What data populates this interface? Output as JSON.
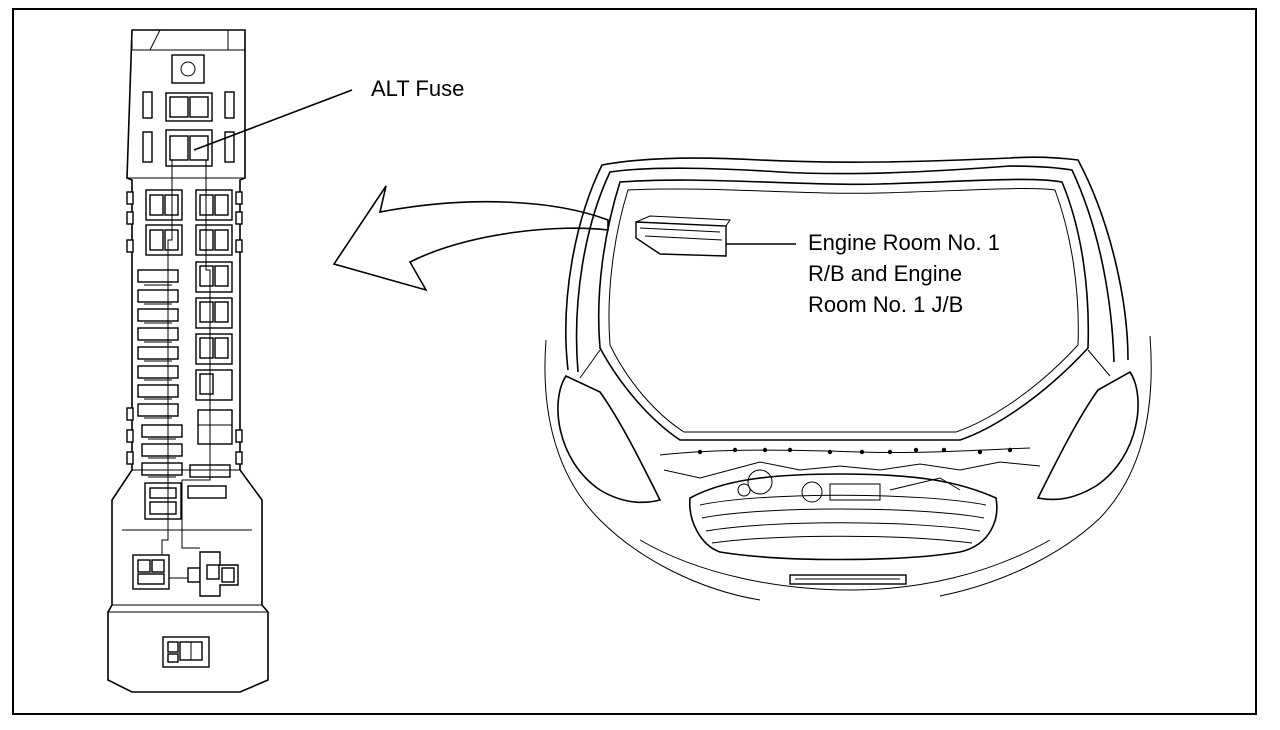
{
  "labels": {
    "alt_fuse": "ALT Fuse",
    "engine_room_line1": "Engine Room No. 1",
    "engine_room_line2": "R/B and Engine",
    "engine_room_line3": "Room No. 1 J/B"
  },
  "icons": {
    "arrow": "curved-arrow-icon",
    "fuse_box": "fuse-box-icon",
    "vehicle": "vehicle-front-icon"
  },
  "colors": {
    "line": "#000000",
    "background": "#ffffff"
  }
}
